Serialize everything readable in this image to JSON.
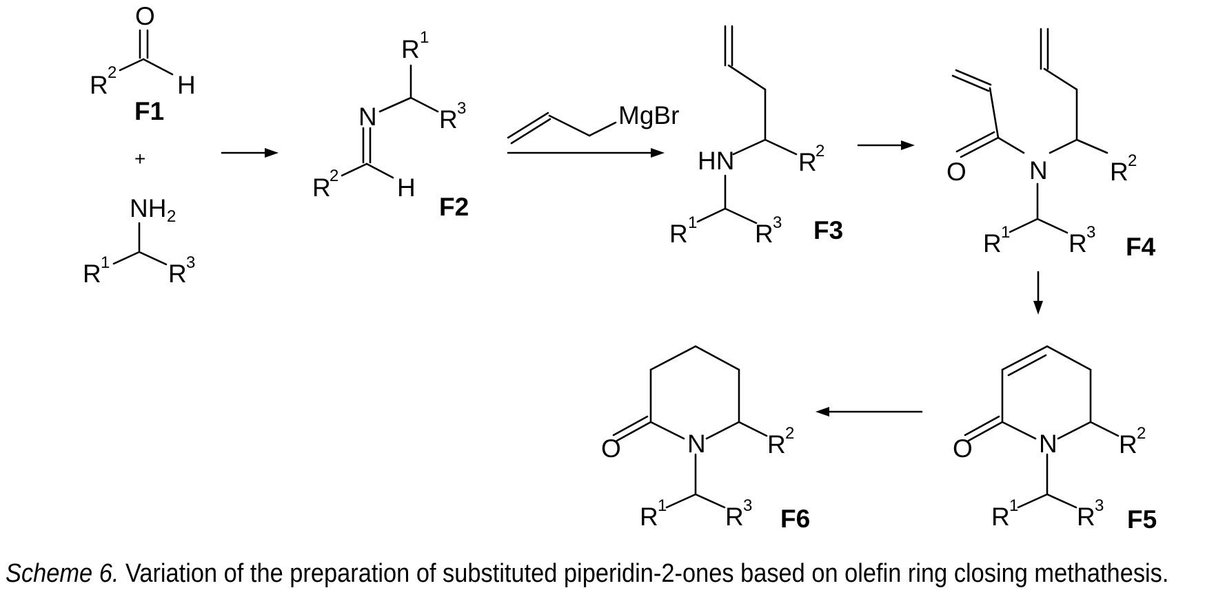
{
  "labels": {
    "R": "R",
    "O": "O",
    "H": "H",
    "N": "N",
    "HN": "HN",
    "NH": "NH",
    "MgBr": "MgBr",
    "sup1": "1",
    "sup2": "2",
    "sup3": "3",
    "sub2": "2",
    "plus": "+"
  },
  "compounds": {
    "F1": "F1",
    "F2": "F2",
    "F3": "F3",
    "F4": "F4",
    "F5": "F5",
    "F6": "F6"
  },
  "caption": {
    "prefix": "Scheme 6.",
    "text": " Variation of the preparation of substituted piperidin-2-ones based on olefin ring closing methathesis."
  }
}
